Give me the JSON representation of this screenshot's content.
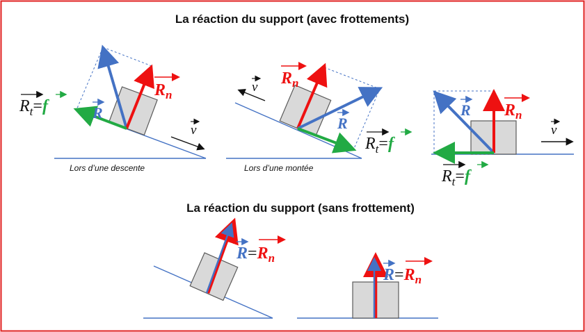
{
  "title_with_friction": "La réaction du support (avec frottements)",
  "title_without_friction": "La réaction du support (sans frottement)",
  "caption_descent": "Lors d’une descente",
  "caption_ascent": "Lors d’une montée",
  "vector_labels": {
    "R": "R",
    "Rn": "R",
    "Rn_sub": "n",
    "Rt": "R",
    "Rt_sub": "t",
    "f": "f",
    "equals": "=",
    "v": "v"
  },
  "colors": {
    "frame": "#e02020",
    "R": "#4472c4",
    "Rn": "#ee1111",
    "f": "#22aa44",
    "ground": "#4472c4",
    "block": "#d9d9d9"
  }
}
